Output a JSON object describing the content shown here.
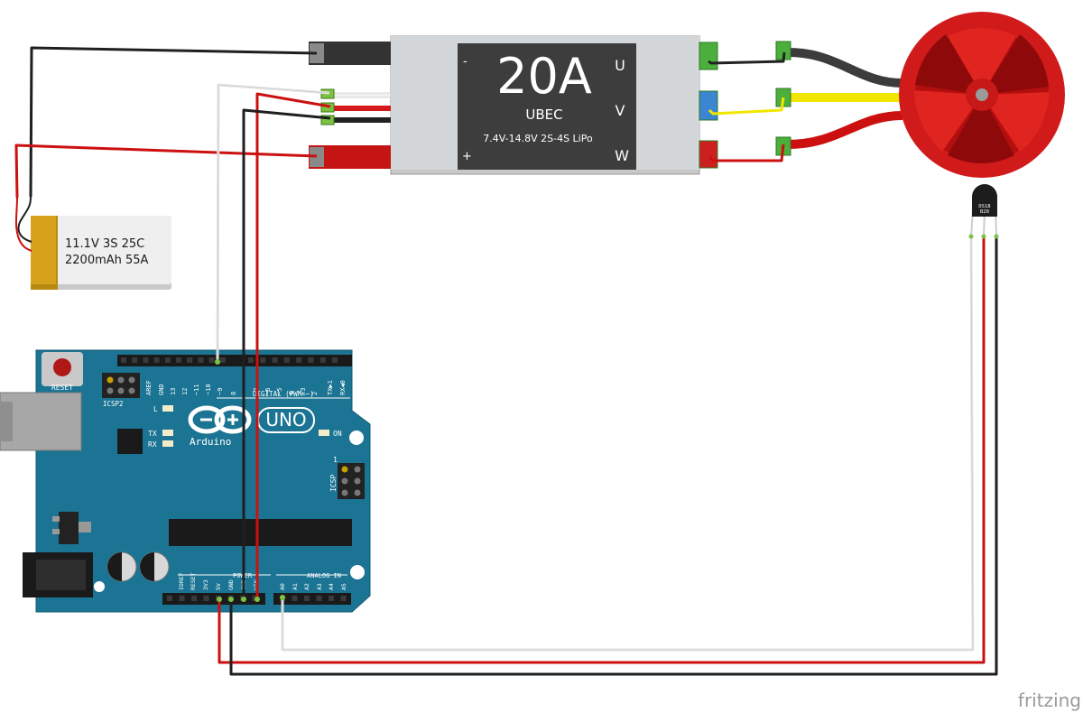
{
  "battery": {
    "line1": "11.1V 3S 25C",
    "line2": "2200mAh 55A"
  },
  "esc": {
    "rating": "20A",
    "ubec": "UBEC",
    "spec": "7.4V-14.8V 2S-4S LiPo",
    "minus": "-",
    "plus": "+",
    "phase_u": "U",
    "phase_v": "V",
    "phase_w": "W"
  },
  "sensor": {
    "line1": "DS18",
    "line2": "B20"
  },
  "arduino": {
    "reset": "RESET",
    "icsp2": "ICSP2",
    "icsp": "ICSP",
    "led_l": "L",
    "led_tx": "TX",
    "led_rx": "RX",
    "led_on": "ON",
    "logo_text": "Arduino",
    "uno": "UNO",
    "digital_header": "DIGITAL (PWM=~)",
    "power_header": "POWER",
    "analog_header": "ANALOG IN",
    "one": "1",
    "digital_pins": [
      "AREF",
      "GND",
      "13",
      "12",
      "~11",
      "~10",
      "~9",
      "8",
      "~7",
      "~6",
      "~5",
      "4",
      "~3",
      "2",
      "TX▶1",
      "RX◀0"
    ],
    "power_pins": [
      "IOREF",
      "RESET",
      "3V3",
      "5V",
      "GND",
      "GND",
      "VIN"
    ],
    "analog_pins": [
      "A0",
      "A1",
      "A2",
      "A3",
      "A4",
      "A5"
    ]
  },
  "watermark": "fritzing",
  "colors": {
    "board": "#1b7493",
    "wire_red": "#cc1010",
    "wire_black": "#222222",
    "wire_white": "#e8e8e8",
    "wire_yellow": "#f2e600",
    "motor": "#d11a1a",
    "battery_gold": "#d6a21c"
  }
}
